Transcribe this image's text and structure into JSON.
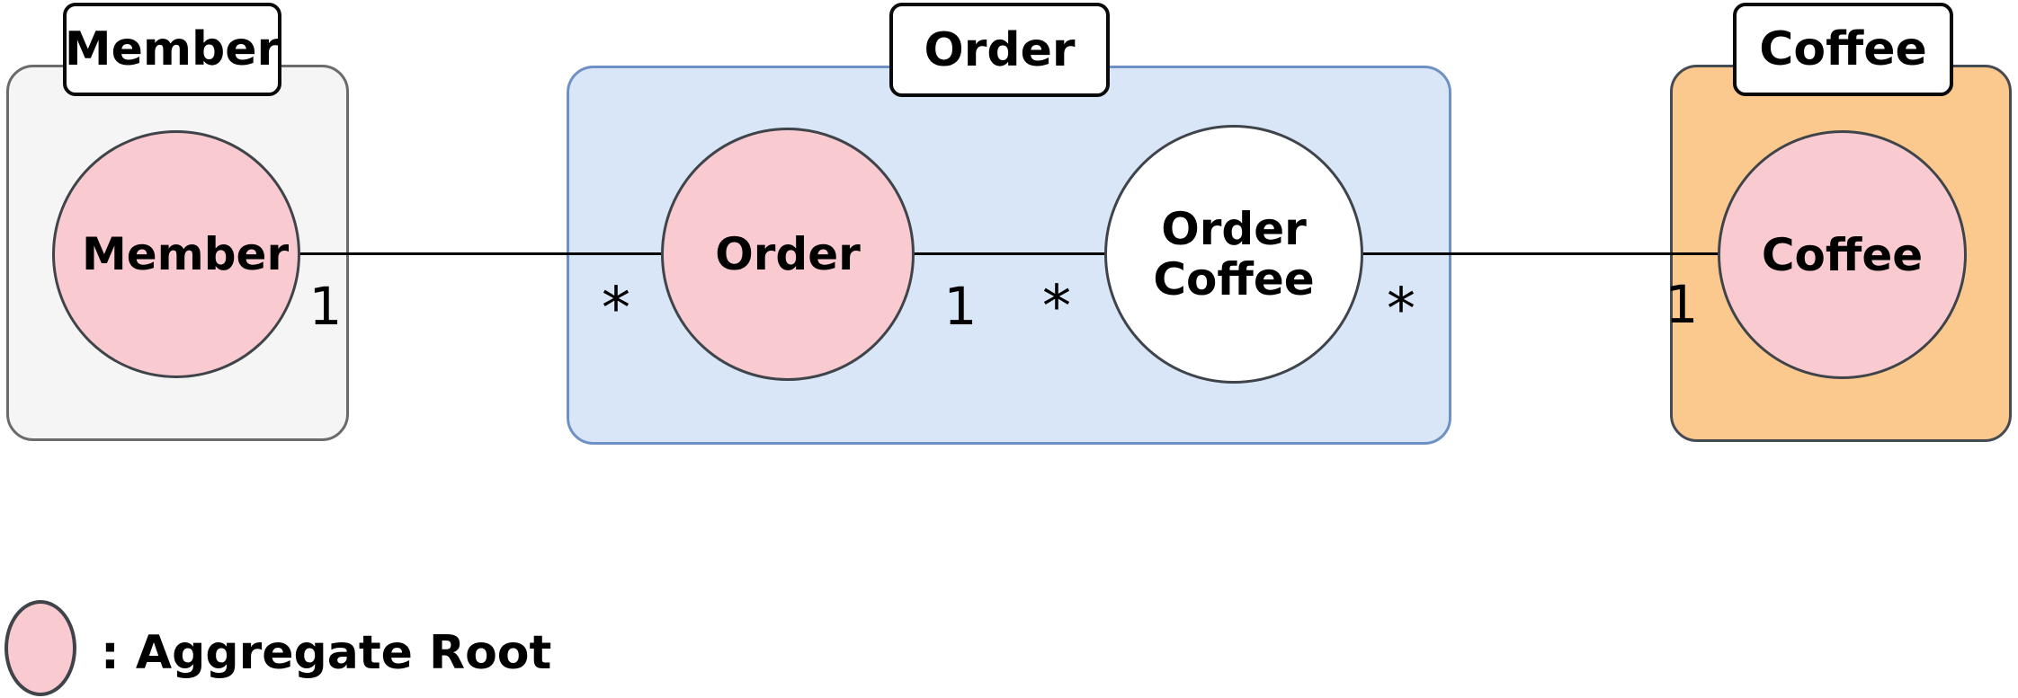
{
  "groups": [
    {
      "id": "member",
      "label": "Member",
      "fill": "#f5f5f5",
      "border": "#6b6b6b"
    },
    {
      "id": "order",
      "label": "Order",
      "fill": "#d9e6f8",
      "border": "#6e90c4"
    },
    {
      "id": "coffee",
      "label": "Coffee",
      "fill": "#fbc98e",
      "border": "#454b52"
    }
  ],
  "nodes": [
    {
      "id": "member",
      "label": "Member",
      "aggregate_root": true
    },
    {
      "id": "order",
      "label": "Order",
      "aggregate_root": true
    },
    {
      "id": "order-coffee",
      "label": "Order Coffee",
      "aggregate_root": false
    },
    {
      "id": "coffee",
      "label": "Coffee",
      "aggregate_root": true
    }
  ],
  "associations": [
    {
      "from": "Member",
      "to": "Order",
      "from_multiplicity": "1",
      "to_multiplicity": "*"
    },
    {
      "from": "Order",
      "to": "Order Coffee",
      "from_multiplicity": "1",
      "to_multiplicity": "*"
    },
    {
      "from": "Order Coffee",
      "to": "Coffee",
      "from_multiplicity": "*",
      "to_multiplicity": "1"
    }
  ],
  "legend": {
    "label": ": Aggregate Root",
    "swatch_fill": "#f9cacf"
  },
  "colors": {
    "aggregate_root_fill": "#f9cacf",
    "entity_fill": "#ffffff",
    "node_border": "#3f444a",
    "line": "#000000"
  }
}
